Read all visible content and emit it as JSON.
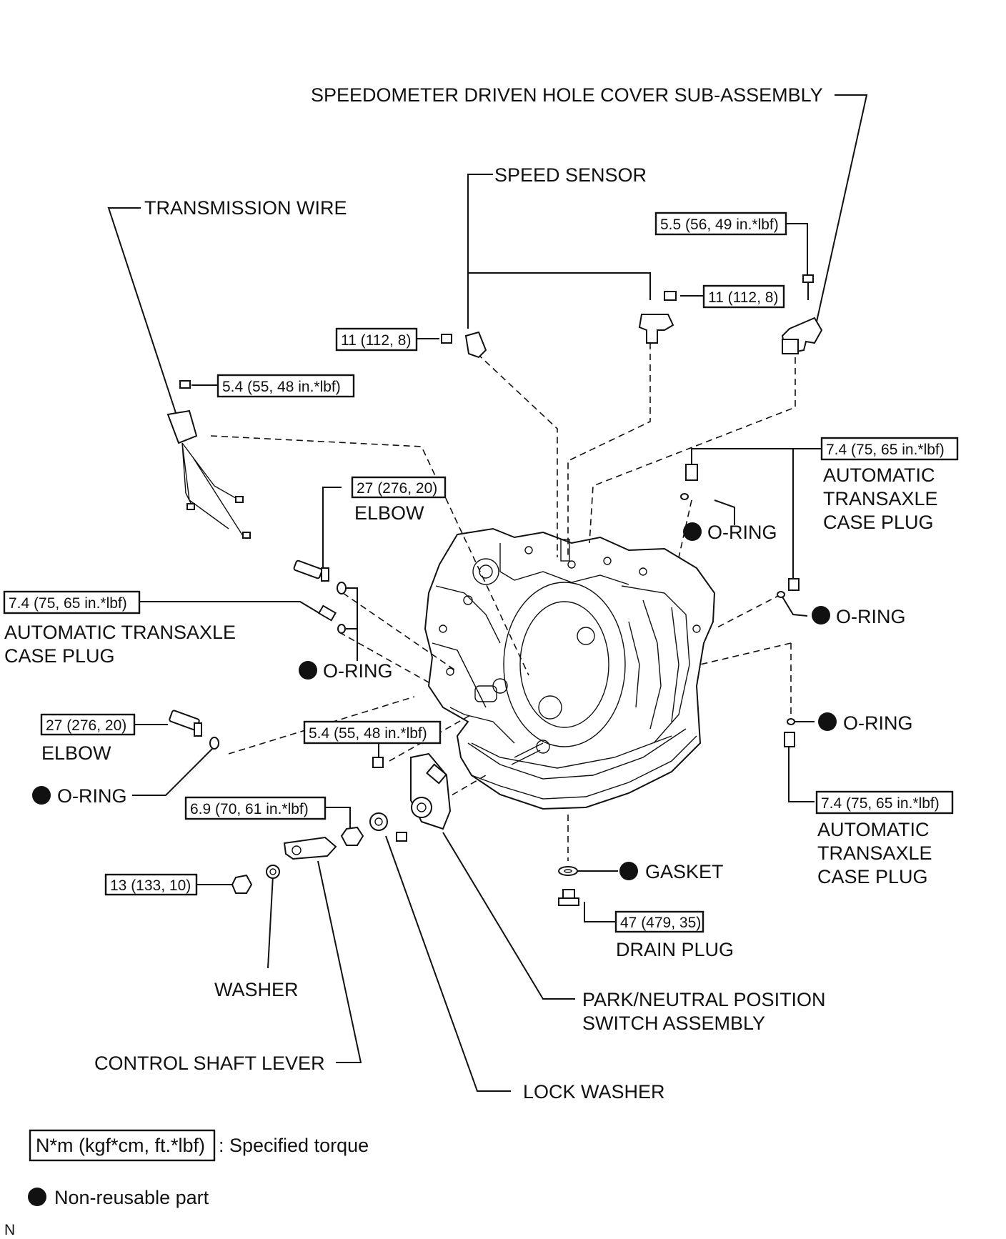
{
  "labels": {
    "speedometer_cover": "SPEEDOMETER DRIVEN HOLE COVER SUB-ASSEMBLY",
    "speed_sensor": "SPEED SENSOR",
    "transmission_wire": "TRANSMISSION WIRE",
    "elbow_upper": "ELBOW",
    "elbow_lower": "ELBOW",
    "case_plug_left_1": "AUTOMATIC TRANSAXLE",
    "case_plug_left_2": "CASE PLUG",
    "case_plug_right_top_1": "AUTOMATIC",
    "case_plug_right_top_2": "TRANSAXLE",
    "case_plug_right_top_3": "CASE PLUG",
    "case_plug_right_bot_1": "AUTOMATIC",
    "case_plug_right_bot_2": "TRANSAXLE",
    "case_plug_right_bot_3": "CASE PLUG",
    "oring_right_upper": "O-RING",
    "oring_right_mid": "O-RING",
    "oring_right_lower": "O-RING",
    "oring_left_mid": "O-RING",
    "oring_left_low": "O-RING",
    "gasket": "GASKET",
    "drain_plug": "DRAIN PLUG",
    "washer": "WASHER",
    "control_shaft_lever": "CONTROL SHAFT LEVER",
    "pn_switch_1": "PARK/NEUTRAL POSITION",
    "pn_switch_2": "SWITCH ASSEMBLY",
    "lock_washer": "LOCK WASHER"
  },
  "torques": {
    "cover_bolt": "5.5 (56, 49 in.*lbf)",
    "sensor_right": "11 (112, 8)",
    "sensor_left": "11 (112, 8)",
    "wire_bolt": "5.4 (55, 48 in.*lbf)",
    "elbow_upper": "27 (276, 20)",
    "plug_left": "7.4 (75, 65 in.*lbf)",
    "plug_right_top": "7.4 (75, 65 in.*lbf)",
    "elbow_lower": "27 (276, 20)",
    "switch_bolt": "5.4 (55, 48 in.*lbf)",
    "lever_nut": "6.9 (70, 61 in.*lbf)",
    "washer_nut": "13 (133, 10)",
    "plug_right_bot": "7.4 (75, 65 in.*lbf)",
    "drain_plug": "47 (479, 35)"
  },
  "legend": {
    "torque_box": "N*m (kgf*cm, ft.*lbf)",
    "torque_text": ": Specified torque",
    "nonreusable_text": "Non-reusable part",
    "corner_mark": "N"
  }
}
